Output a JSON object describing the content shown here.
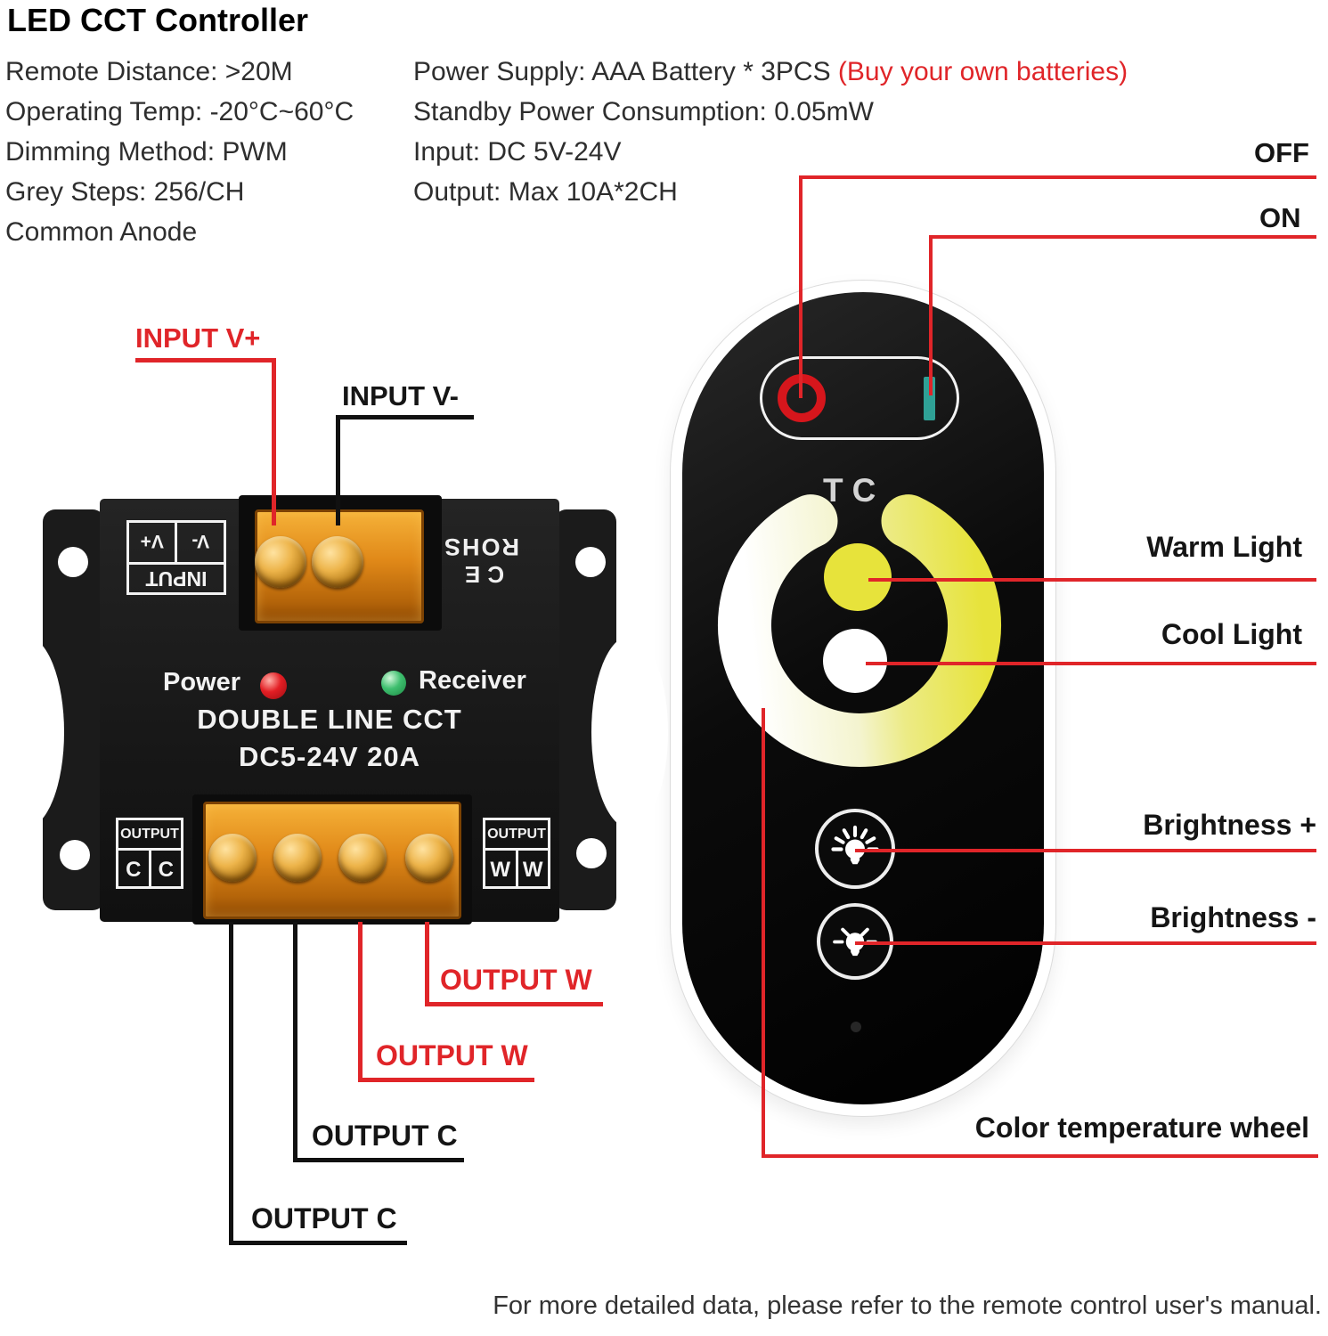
{
  "title": "LED CCT Controller",
  "specs": {
    "left": [
      "Remote Distance: >20M",
      "Operating Temp: -20°C~60°C",
      "Dimming Method: PWM",
      "Grey Steps: 256/CH",
      "Common Anode"
    ],
    "power_black": "Power Supply: AAA Battery * 3PCS ",
    "power_red": "(Buy your own batteries)",
    "right": [
      "Standby Power Consumption: 0.05mW",
      "Input: DC 5V-24V",
      "Output: Max 10A*2CH"
    ]
  },
  "controller": {
    "input_label": {
      "title": "INPUT",
      "cells": [
        "V-",
        "V+"
      ]
    },
    "cert": {
      "ce": "CE",
      "rohs": "ROHS"
    },
    "power_label": "Power",
    "receiver_label": "Receiver",
    "model_line1": "DOUBLE LINE CCT",
    "model_line2": "DC5-24V 20A",
    "output_left": {
      "title": "OUTPUT",
      "cells": [
        "C",
        "C"
      ]
    },
    "output_right": {
      "title": "OUTPUT",
      "cells": [
        "W",
        "W"
      ]
    }
  },
  "remote": {
    "tc": "TC"
  },
  "annotations": {
    "input_vplus": "INPUT V+",
    "input_vminus": "INPUT V-",
    "off": "OFF",
    "on": "ON",
    "warm": "Warm Light",
    "cool": "Cool Light",
    "brightness_plus": "Brightness +",
    "brightness_minus": "Brightness -",
    "wheel": "Color temperature wheel",
    "output_w_1": "OUTPUT W",
    "output_w_2": "OUTPUT W",
    "output_c_1": "OUTPUT C",
    "output_c_2": "OUTPUT C"
  },
  "footer": "For more detailed data, please refer to the remote control user's manual.",
  "colors": {
    "annotation_red": "#e02529",
    "wheel_yellow": "#e7e33b",
    "teal": "#2fa196",
    "led_red": "#e31e24",
    "led_green": "#3fbf6f",
    "terminal_orange": "#e08818"
  }
}
